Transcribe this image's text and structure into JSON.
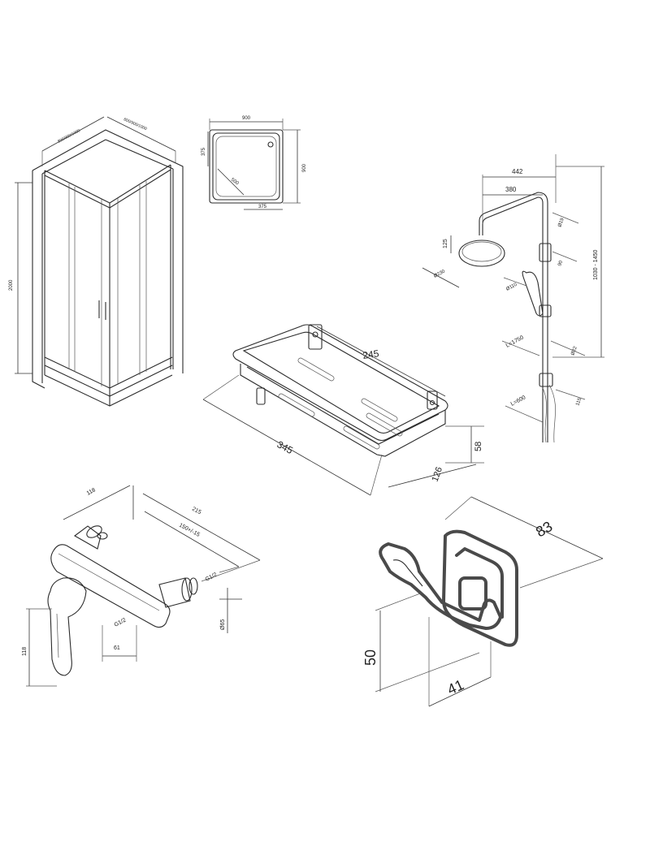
{
  "shower_enclosure": {
    "front_height": "2000",
    "top_depth_left": "800/900/1000",
    "top_depth_right": "800/900/1000"
  },
  "shower_tray": {
    "width": "900",
    "depth": "900",
    "drain_offset_y": "375",
    "drain_offset_x": "375",
    "diagonal": "500"
  },
  "shower_column": {
    "arm_total": "442",
    "arm_reach": "380",
    "head_height": "125",
    "head_diameter": "Ø230",
    "pipe_diameter": "Ø19",
    "bracket": "90",
    "height_range": "1030 - 1450",
    "hand_shower_diameter": "Ø110",
    "hose_length_1": "L=1750",
    "hose_length_2": "L=600",
    "spacing": "Ø22",
    "mixer_offset": "115"
  },
  "basket": {
    "inner_width": "245",
    "outer_width": "345",
    "depth": "126",
    "height": "58"
  },
  "mixer": {
    "top_width": "118",
    "total_length": "215",
    "connection_range": "150+/-15",
    "thread_top": "G1/2",
    "thread_bottom": "G1/2",
    "outlet_diameter": "Ø65",
    "height": "118",
    "depth": "61"
  },
  "hook": {
    "length": "83",
    "height": "50",
    "width": "41"
  }
}
